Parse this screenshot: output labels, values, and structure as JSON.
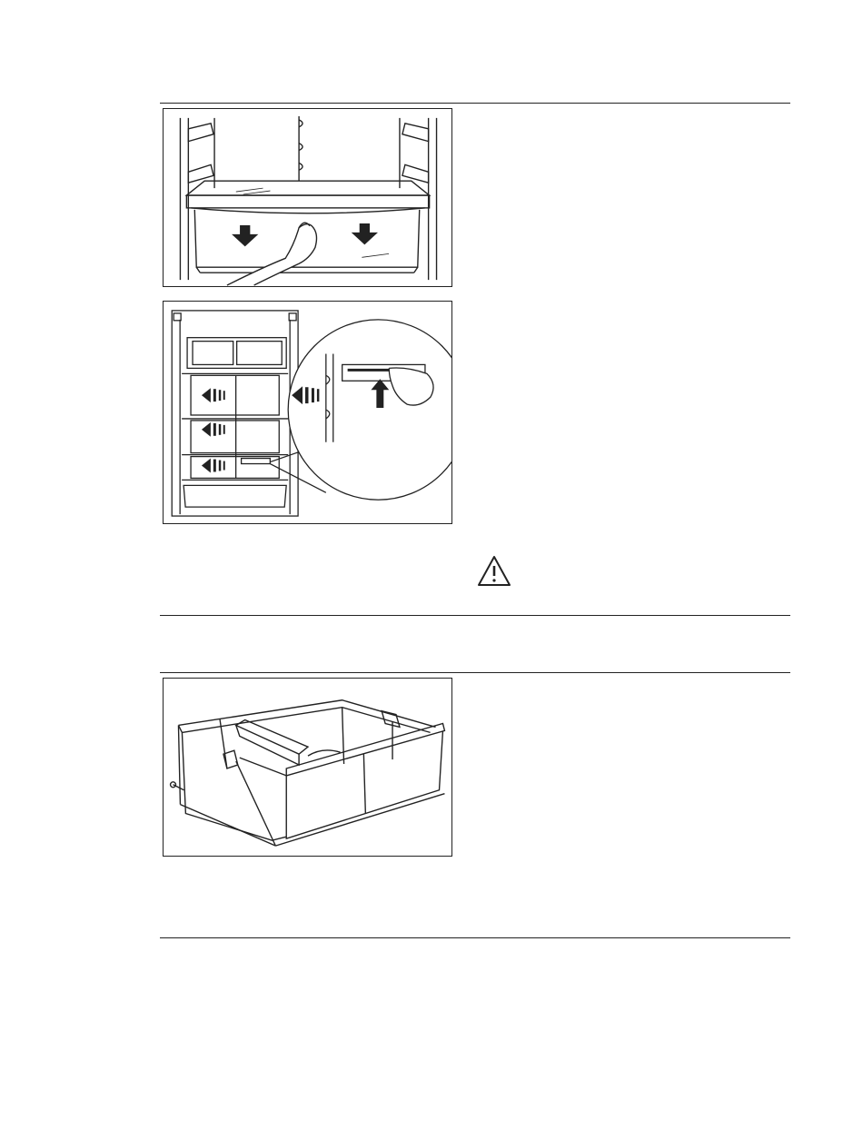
{
  "page": {
    "figures": [
      {
        "name": "shelf-removal",
        "icon": "shelf-pull-out-illustration"
      },
      {
        "name": "glass-shelf-slide",
        "icon": "shelf-slide-guide-illustration"
      },
      {
        "name": "crisper-drawer",
        "icon": "drawer-divider-illustration"
      }
    ],
    "warning_icon": "warning-triangle-icon",
    "colors": {
      "line": "#222222",
      "background": "#ffffff"
    }
  }
}
